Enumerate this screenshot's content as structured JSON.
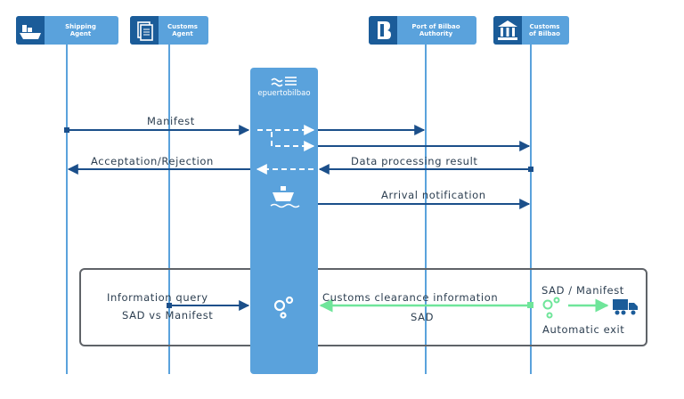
{
  "actors": {
    "shipping_agent": "Shipping\nAgent",
    "customs_agent": "Customs\nAgent",
    "port_authority": "Port of Bilbao\nAuthority",
    "customs_bilbao": "Customs\nof Bilbao"
  },
  "hub": {
    "name": "epuertobilbao"
  },
  "messages": {
    "manifest": "Manifest",
    "acceptation": "Acceptation/Rejection",
    "data_processing": "Data processing result",
    "arrival": "Arrival notification"
  },
  "clearance_box": {
    "information_query": "Information query",
    "sad_vs_manifest": "SAD vs Manifest",
    "customs_clearance_info": "Customs clearance information",
    "sad": "SAD",
    "sad_manifest": "SAD / Manifest",
    "automatic_exit": "Automatic exit"
  },
  "colors": {
    "actor_bg": "#5aa2dc",
    "actor_icon_bg": "#1b5c99",
    "hub": "#5aa2dc",
    "lifeline": "#5aa2dc",
    "arrow": "#1b4f8a",
    "green_arrow": "#6fe59a",
    "box_border": "#5f6368"
  },
  "icons": {
    "shipping_agent": "cargo-ship-icon",
    "customs_agent": "documents-icon",
    "port_authority": "port-bilbao-logo-icon",
    "customs_bilbao": "government-building-icon",
    "hub_logo": "waves-logo-icon",
    "hub_ship": "ship-on-water-icon",
    "hub_gears": "gears-icon",
    "customs_gears": "gears-icon",
    "truck": "truck-icon"
  }
}
